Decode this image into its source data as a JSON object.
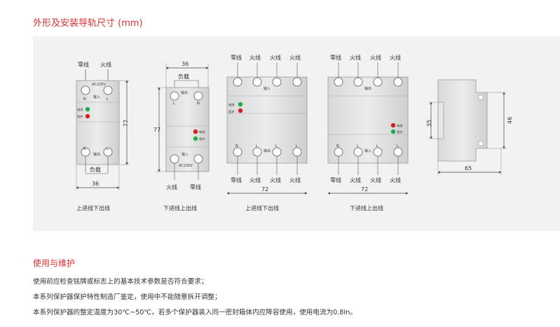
{
  "heading": "外形及安装导轨尺寸 (mm)",
  "diagrams": {
    "d1": {
      "top_labels": [
        "零线",
        "火线"
      ],
      "rating": "AC220V",
      "input": "输入",
      "n": "N",
      "l": "L",
      "led_power": "电源",
      "led_protect": "保护",
      "output": "输出",
      "height_dim": "77",
      "load": "负载",
      "width_dim": "36",
      "caption": "上进线下出线"
    },
    "d2": {
      "width_dim": "36",
      "load": "负载",
      "output": "输出",
      "l": "L",
      "n": "N",
      "height_dim": "77",
      "led_power": "电源",
      "led_protect": "保护",
      "input": "输入",
      "rating": "AC220V",
      "bottom_labels": [
        "火线",
        "零线"
      ],
      "caption": "下进线上出线"
    },
    "d3": {
      "top_labels": [
        "零线",
        "火线",
        "火线",
        "火线"
      ],
      "input": "输入",
      "led_power": "电源",
      "led_protect": "保护",
      "output": "输出",
      "terminals": [
        "N",
        "L",
        "L",
        "L"
      ],
      "bottom_labels": [
        "零线",
        "火线",
        "火线",
        "火线"
      ],
      "width_dim": "72",
      "caption": "上进线下出线"
    },
    "d4": {
      "top_labels": [
        "零线",
        "火线",
        "火线",
        "火线"
      ],
      "output": "输出",
      "led_power": "电源",
      "led_protect": "保护",
      "input": "输入",
      "terminals": [
        "N",
        "L",
        "L",
        "L"
      ],
      "bottom_labels": [
        "零线",
        "火线",
        "火线",
        "火线"
      ],
      "width_dim": "72",
      "caption": "下进线上出线"
    },
    "d5": {
      "dim_left": "35",
      "dim_right": "46",
      "dim_bottom": "65"
    }
  },
  "maintenance": {
    "title": "使用与维护",
    "lines": [
      "使用前应检查铭牌或标志上的基本技术参数是否符合要求；",
      "本系列保护器保护特性制造厂鉴定，使用中不能随意拆开调整；",
      "本系列保护器的整定温度为30℃~50℃，若多个保护器装入同一密封箱体内应降容使用，使用电流为0.8In。"
    ]
  },
  "colors": {
    "accent": "#d7322f",
    "led_green": "#1fae4b",
    "led_red": "#d42020"
  }
}
